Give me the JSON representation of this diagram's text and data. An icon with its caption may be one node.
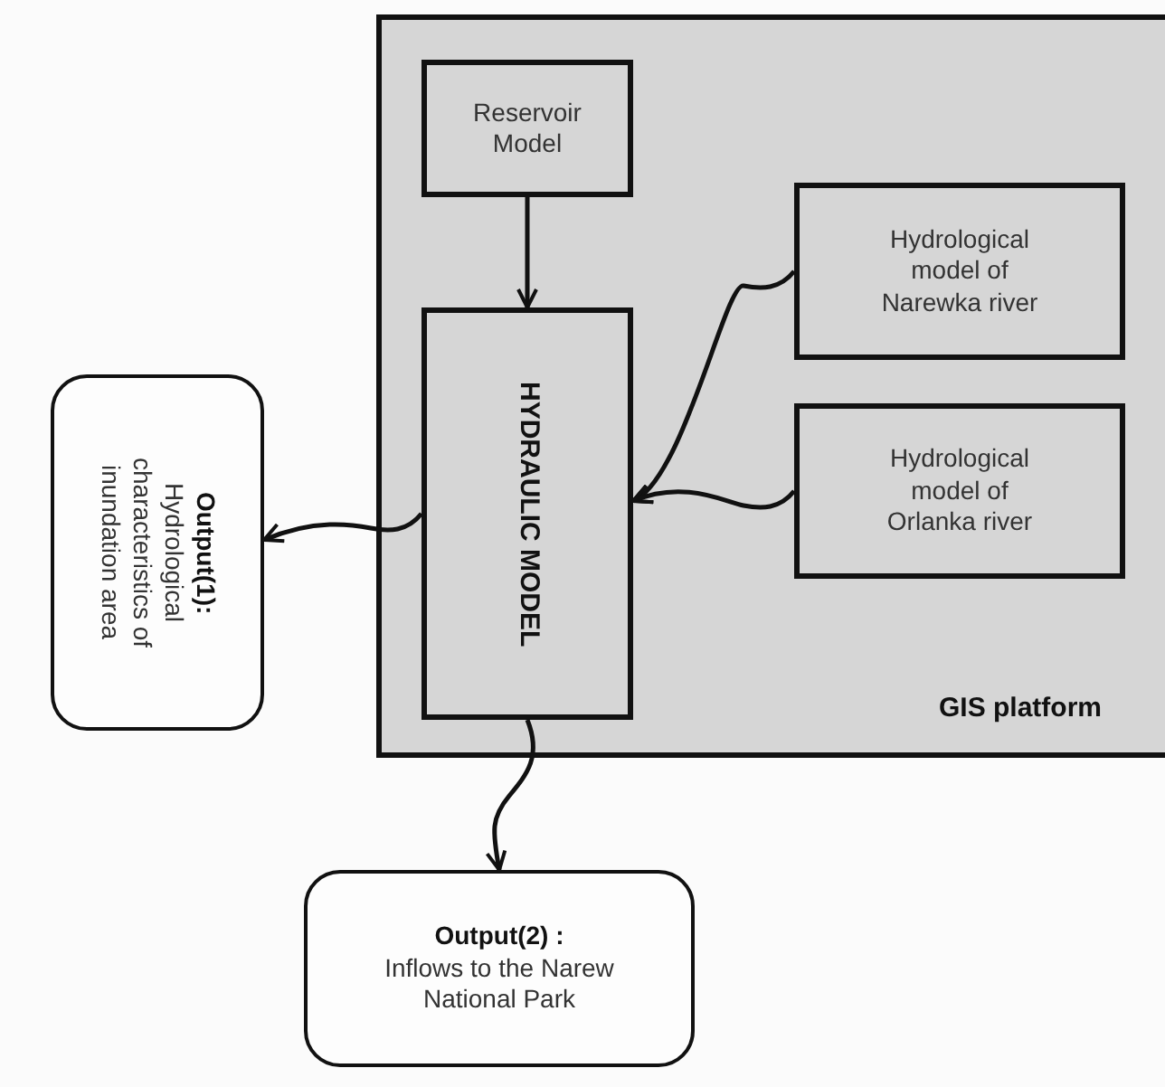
{
  "diagram": {
    "nodes": [
      {
        "text": [
          "GIS platform"
        ]
      },
      {
        "text": [
          "Reservoir Model"
        ],
        "in": 0
      },
      {
        "text": [
          "HYDRAULIC MODEL"
        ],
        "in": 0
      },
      {
        "text": [
          "Hydrological model of Narewka river"
        ],
        "in": 0
      },
      {
        "text": [
          "Hydrological model of Orlanka river"
        ],
        "in": 0
      },
      {
        "text": [
          "Output(1):",
          "Hydrological characteristics of inundation area"
        ]
      },
      {
        "text": [
          "Output(2) :",
          "Inflows to the Narew National Park"
        ]
      }
    ],
    "edges": [
      {
        "from": 1,
        "to": 2,
        "arrow": "to"
      },
      {
        "from": 3,
        "to": 2,
        "arrow": "to"
      },
      {
        "from": 4,
        "to": 2,
        "arrow": "to"
      },
      {
        "from": 2,
        "to": 5,
        "arrow": "to"
      },
      {
        "from": 2,
        "to": 6,
        "arrow": "to"
      }
    ]
  }
}
